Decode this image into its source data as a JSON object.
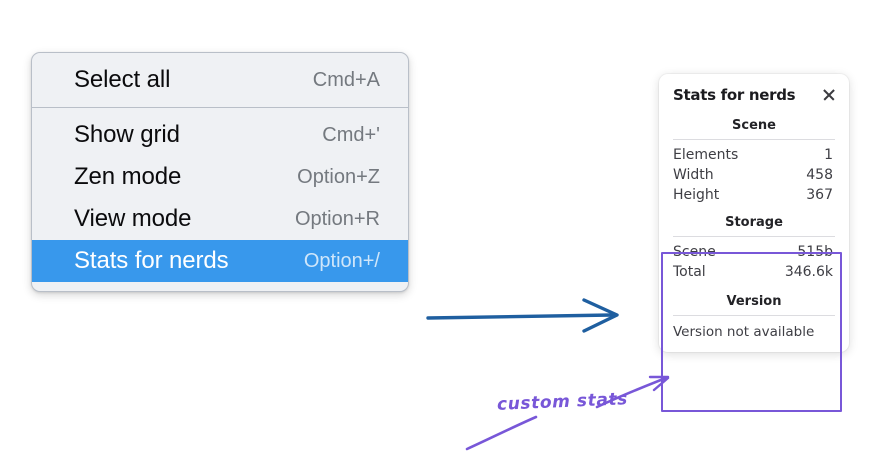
{
  "context_menu": {
    "name": "canvas-context-menu",
    "groups": [
      {
        "items": [
          {
            "label": "Select all",
            "shortcut": "Cmd+A",
            "selected": false
          }
        ]
      },
      {
        "items": [
          {
            "label": "Show grid",
            "shortcut": "Cmd+'",
            "selected": false
          },
          {
            "label": "Zen mode",
            "shortcut": "Option+Z",
            "selected": false
          },
          {
            "label": "View mode",
            "shortcut": "Option+R",
            "selected": false
          },
          {
            "label": "Stats for nerds",
            "shortcut": "Option+/",
            "selected": true
          }
        ]
      }
    ],
    "highlight_color": "#3898ec",
    "background_color": "#eff1f4"
  },
  "stats_panel": {
    "title": "Stats for nerds",
    "close_icon": "close-icon",
    "sections": [
      {
        "heading": "Scene",
        "rows": [
          {
            "key": "Elements",
            "value": "1"
          },
          {
            "key": "Width",
            "value": "458"
          },
          {
            "key": "Height",
            "value": "367"
          }
        ]
      },
      {
        "heading": "Storage",
        "rows": [
          {
            "key": "Scene",
            "value": "515b"
          },
          {
            "key": "Total",
            "value": "346.6k"
          }
        ]
      },
      {
        "heading": "Version",
        "note": "Version not available"
      }
    ]
  },
  "annotations": {
    "flow_arrow_color": "#1f5fa0",
    "highlight_color": "#7857d8",
    "custom_stats_label": "custom stats"
  }
}
